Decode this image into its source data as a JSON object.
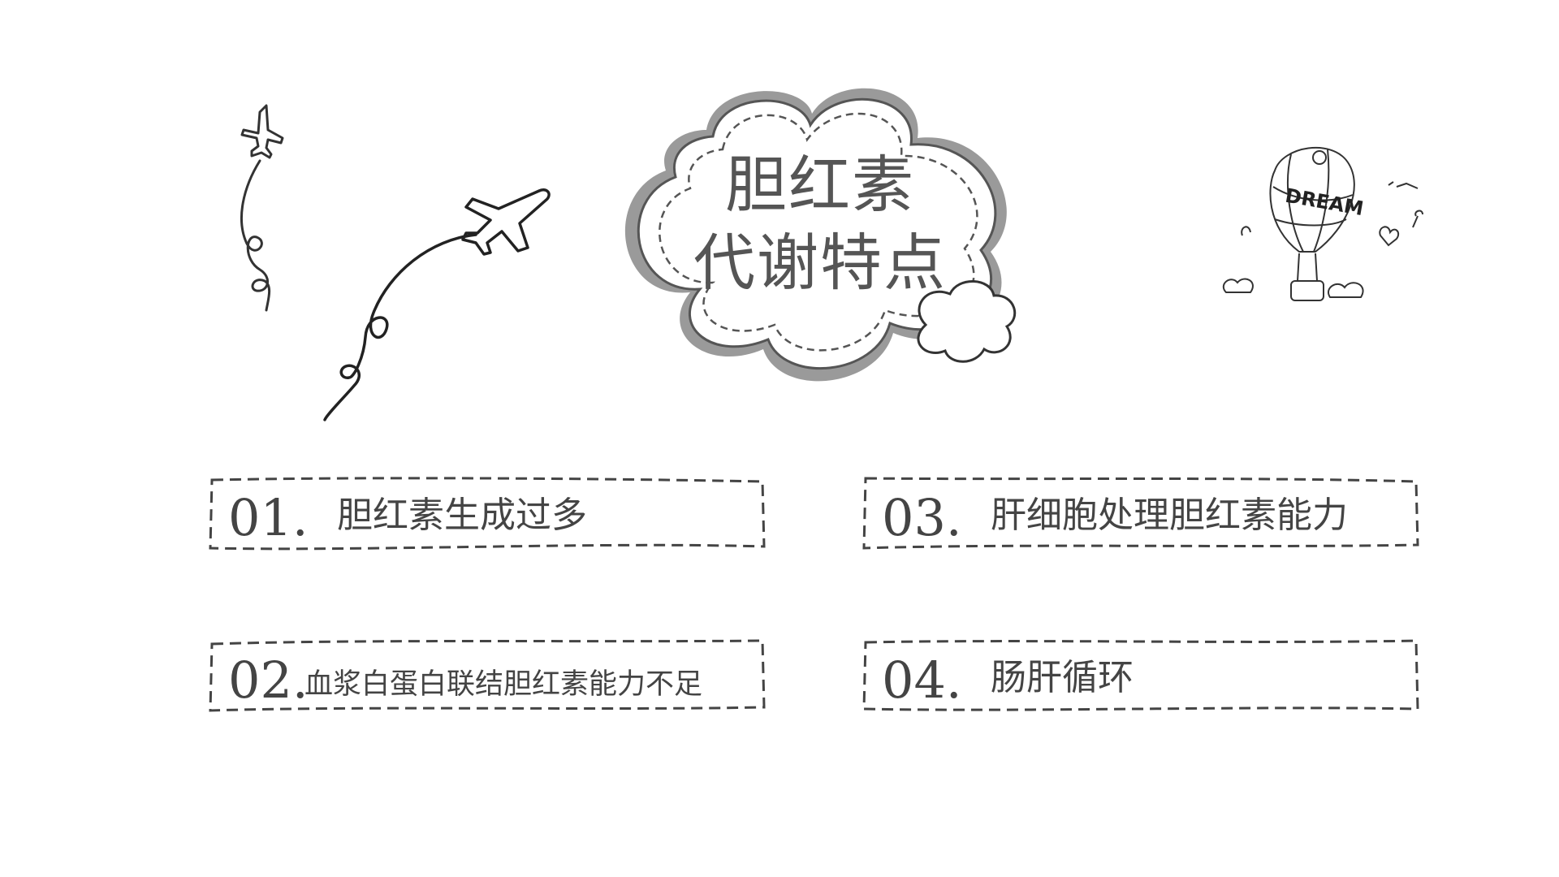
{
  "title": {
    "line1": "胆红素",
    "line2": "代谢特点"
  },
  "balloon": {
    "text": "DREAM"
  },
  "items": [
    {
      "number": "01.",
      "text": "胆红素生成过多"
    },
    {
      "number": "02.",
      "text": "血浆白蛋白联结胆红素能力不足"
    },
    {
      "number": "03.",
      "text": "肝细胞处理胆红素能力"
    },
    {
      "number": "04.",
      "text": "肠肝循环"
    }
  ],
  "icons": [
    "airplane-icon",
    "cloud-icon",
    "hot-air-balloon-icon"
  ]
}
